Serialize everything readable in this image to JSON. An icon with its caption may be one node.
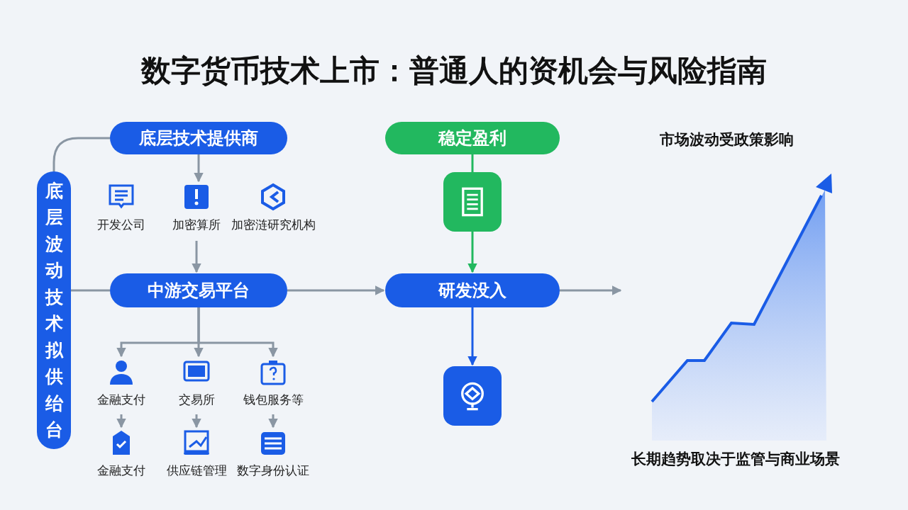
{
  "diagram": {
    "title": "数字货币技术上市：普通人的资机会与风险指南",
    "nodes": [
      {
        "text": [
          "底层技术提供商"
        ]
      },
      {
        "text": [
          "底层波动技术拟供绐台"
        ]
      },
      {
        "text": [
          "开发公司"
        ]
      },
      {
        "text": [
          "加密算所"
        ]
      },
      {
        "text": [
          "加密涟研究机构"
        ]
      },
      {
        "text": [
          "中游交易平台"
        ]
      },
      {
        "text": [
          "金融支付"
        ]
      },
      {
        "text": [
          "交易所"
        ]
      },
      {
        "text": [
          "钱包服务等"
        ]
      },
      {
        "text": [
          "金融支付"
        ]
      },
      {
        "text": [
          "供应链管理"
        ]
      },
      {
        "text": [
          "数字身份认证"
        ]
      },
      {
        "text": [
          "稳定盈利"
        ]
      },
      {
        "text": [],
        "shape": "box"
      },
      {
        "text": [
          "研发没入"
        ]
      },
      {
        "text": [],
        "shape": "box"
      }
    ],
    "edges": [
      {
        "from": 1,
        "to": 0,
        "arrow": "none"
      },
      {
        "from": 0,
        "to": 3,
        "arrow": "to"
      },
      {
        "from": 3,
        "to": 5,
        "arrow": "to"
      },
      {
        "from": 1,
        "to": 5,
        "arrow": "none"
      },
      {
        "from": 5,
        "to": 14,
        "arrow": "to"
      },
      {
        "from": 5,
        "to": 6,
        "arrow": "to"
      },
      {
        "from": 5,
        "to": 7,
        "arrow": "to"
      },
      {
        "from": 5,
        "to": 8,
        "arrow": "to"
      },
      {
        "from": 6,
        "to": 9,
        "arrow": "to"
      },
      {
        "from": 7,
        "to": 10,
        "arrow": "to"
      },
      {
        "from": 8,
        "to": 11,
        "arrow": "to"
      },
      {
        "from": 12,
        "to": 13,
        "arrow": "none",
        "color": "#22b85f"
      },
      {
        "from": 13,
        "to": 14,
        "arrow": "to",
        "color": "#22b85f"
      },
      {
        "from": 14,
        "to": 15,
        "arrow": "to",
        "color": "#1a5ce6"
      },
      {
        "from": 14,
        "to": null,
        "arrow": "to"
      }
    ],
    "labels": [
      "市场波动受政策影响",
      "长期趋势取决于监管与商业场景"
    ]
  }
}
